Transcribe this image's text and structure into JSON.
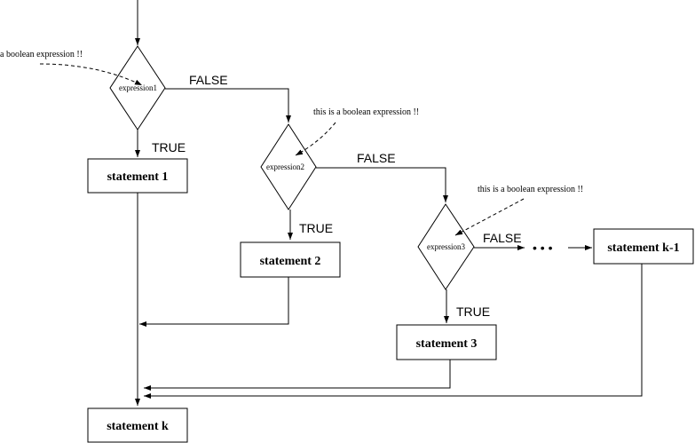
{
  "nodes": {
    "expr1": "expression1",
    "expr2": "expression2",
    "expr3": "expression3",
    "stmt1": "statement 1",
    "stmt2": "statement 2",
    "stmt3": "statement 3",
    "stmtk1": "statement k-1",
    "stmtk": "statement k"
  },
  "labels": {
    "false1": "FALSE",
    "false2": "FALSE",
    "false3": "FALSE",
    "true1": "TRUE",
    "true2": "TRUE",
    "true3": "TRUE",
    "ellipsis": "• • •"
  },
  "notes": {
    "note1": "a boolean expression !!",
    "note2": "this is a boolean expression !!",
    "note3": "this is a boolean expression !!"
  }
}
